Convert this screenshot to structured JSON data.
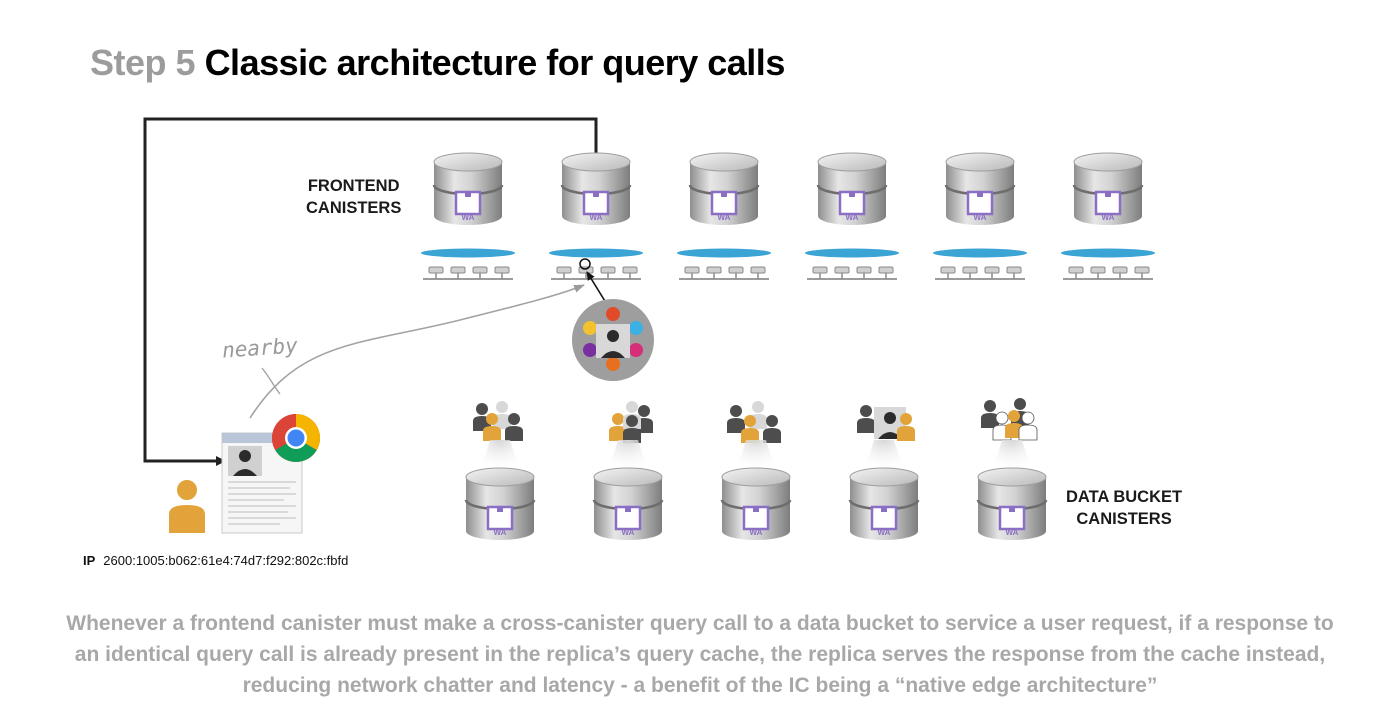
{
  "title": {
    "step": "Step 5",
    "main": "Classic architecture for query calls"
  },
  "labels": {
    "frontend_line1": "FRONTEND",
    "frontend_line2": "CANISTERS",
    "bucket_line1": "DATA BUCKET",
    "bucket_line2": "CANISTERS",
    "nearby": "nearby",
    "ip_label": "IP",
    "ip_value": "2600:1005:b062:61e4:74d7:f292:802c:fbfd"
  },
  "canister_badge": "WA",
  "frontend_canister_count": 6,
  "bucket_canister_count": 5,
  "caption": "Whenever a frontend canister must make a cross-canister query call to a data bucket to service a user request, if a response to an identical query call is already present in the replica’s query cache, the replica serves the response from the cache instead, reducing network chatter and latency - a benefit of the IC being a “native edge architecture”",
  "colors": {
    "network_ellipse": "#3aa4d4",
    "badge_purple": "#8b6fc4",
    "user_orange": "#e2a43a",
    "arrow_dark": "#222222",
    "arrow_gray": "#9a9a9a"
  },
  "icons": [
    "database-icon",
    "server-node-icon",
    "user-icon",
    "user-group-icon",
    "chrome-icon",
    "browser-window-icon",
    "dfinity-node-icon"
  ]
}
